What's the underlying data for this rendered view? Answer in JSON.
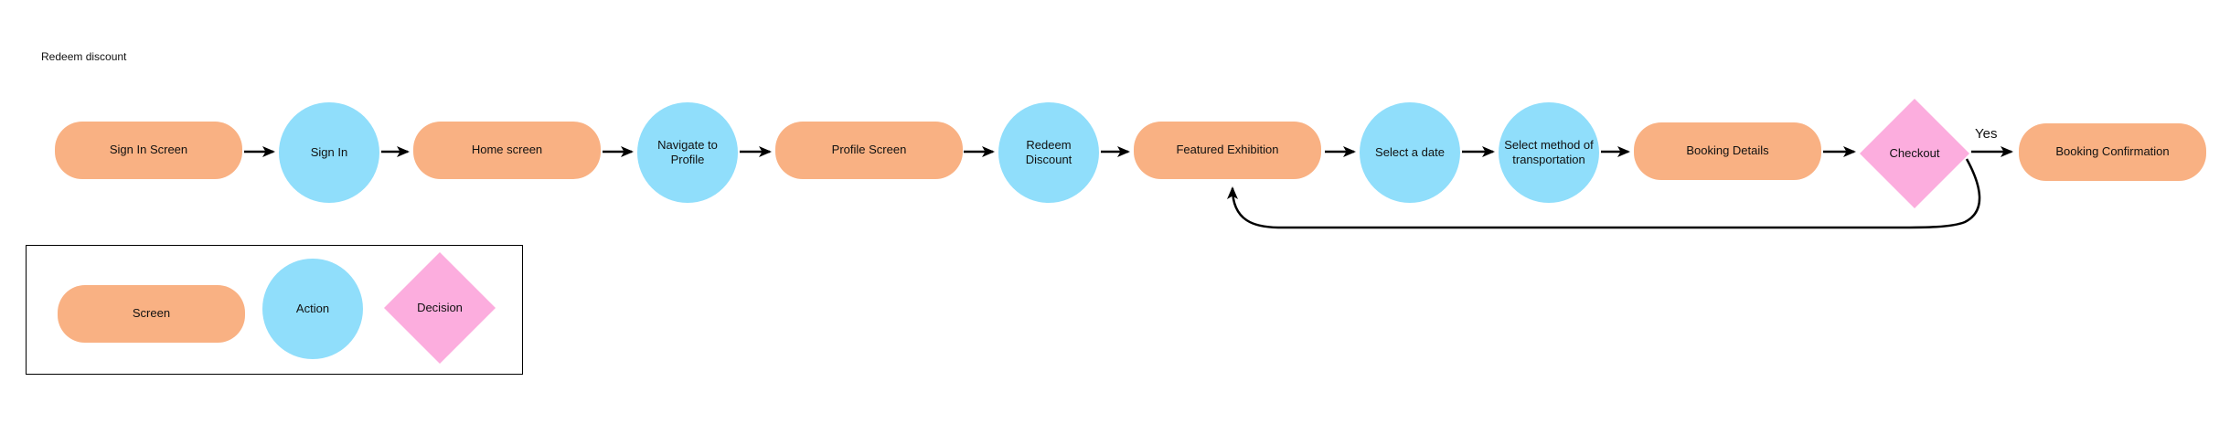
{
  "title": "Redeem discount",
  "colors": {
    "screen_fill": "#F9B183",
    "action_fill": "#90DEFB",
    "decision_fill": "#FCADDE",
    "connector": "#000000",
    "text": "#111111",
    "background": "#FFFFFF"
  },
  "flow": {
    "nodes": [
      {
        "type": "screen",
        "label": "Sign In Screen"
      },
      {
        "type": "action",
        "label": "Sign In"
      },
      {
        "type": "screen",
        "label": "Home screen"
      },
      {
        "type": "action",
        "label": "Navigate to Profile"
      },
      {
        "type": "screen",
        "label": "Profile Screen"
      },
      {
        "type": "action",
        "label": "Redeem Discount"
      },
      {
        "type": "screen",
        "label": "Featured Exhibition"
      },
      {
        "type": "action",
        "label": "Select a date"
      },
      {
        "type": "action",
        "label": "Select method of transportation"
      },
      {
        "type": "screen",
        "label": "Booking Details"
      },
      {
        "type": "decision",
        "label": "Checkout"
      },
      {
        "type": "screen",
        "label": "Booking Confirmation"
      }
    ],
    "edge_labels": {
      "checkout_yes": "Yes"
    }
  },
  "legend": {
    "items": [
      {
        "type": "screen",
        "label": "Screen"
      },
      {
        "type": "action",
        "label": "Action"
      },
      {
        "type": "decision",
        "label": "Decision"
      }
    ]
  }
}
